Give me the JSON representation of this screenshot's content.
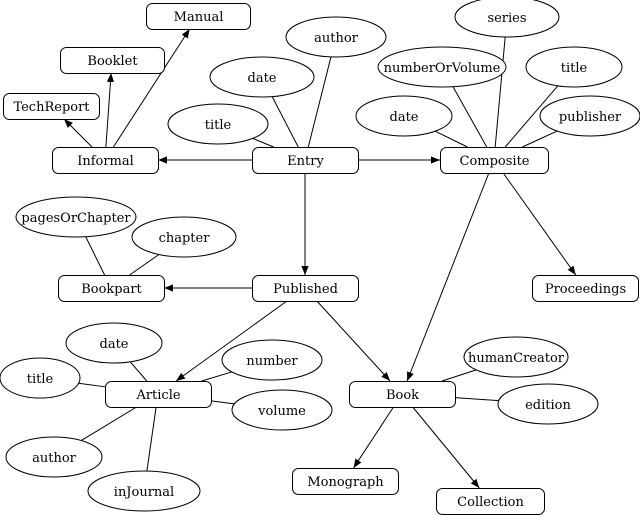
{
  "diagram": {
    "entities": [
      {
        "id": "manual",
        "label": "Manual"
      },
      {
        "id": "booklet",
        "label": "Booklet"
      },
      {
        "id": "techreport",
        "label": "TechReport"
      },
      {
        "id": "informal",
        "label": "Informal"
      },
      {
        "id": "entry",
        "label": "Entry"
      },
      {
        "id": "composite",
        "label": "Composite"
      },
      {
        "id": "bookpart",
        "label": "Bookpart"
      },
      {
        "id": "published",
        "label": "Published"
      },
      {
        "id": "proceedings",
        "label": "Proceedings"
      },
      {
        "id": "article",
        "label": "Article"
      },
      {
        "id": "book",
        "label": "Book"
      },
      {
        "id": "monograph",
        "label": "Monograph"
      },
      {
        "id": "collection",
        "label": "Collection"
      }
    ],
    "attributes": [
      {
        "id": "entry-author",
        "label": "author",
        "of": "entry"
      },
      {
        "id": "entry-date",
        "label": "date",
        "of": "entry"
      },
      {
        "id": "entry-title",
        "label": "title",
        "of": "entry"
      },
      {
        "id": "composite-series",
        "label": "series",
        "of": "composite"
      },
      {
        "id": "composite-numberorvolume",
        "label": "numberOrVolume",
        "of": "composite"
      },
      {
        "id": "composite-title",
        "label": "title",
        "of": "composite"
      },
      {
        "id": "composite-date",
        "label": "date",
        "of": "composite"
      },
      {
        "id": "composite-publisher",
        "label": "publisher",
        "of": "composite"
      },
      {
        "id": "bookpart-pagesorchapter",
        "label": "pagesOrChapter",
        "of": "bookpart"
      },
      {
        "id": "bookpart-chapter",
        "label": "chapter",
        "of": "bookpart"
      },
      {
        "id": "article-date",
        "label": "date",
        "of": "article"
      },
      {
        "id": "article-title",
        "label": "title",
        "of": "article"
      },
      {
        "id": "article-number",
        "label": "number",
        "of": "article"
      },
      {
        "id": "article-volume",
        "label": "volume",
        "of": "article"
      },
      {
        "id": "article-author",
        "label": "author",
        "of": "article"
      },
      {
        "id": "article-injournal",
        "label": "inJournal",
        "of": "article"
      },
      {
        "id": "book-humancreator",
        "label": "humanCreator",
        "of": "book"
      },
      {
        "id": "book-edition",
        "label": "edition",
        "of": "book"
      }
    ],
    "inheritance": [
      {
        "from": "entry",
        "to": "informal"
      },
      {
        "from": "entry",
        "to": "composite"
      },
      {
        "from": "entry",
        "to": "published"
      },
      {
        "from": "informal",
        "to": "techreport"
      },
      {
        "from": "informal",
        "to": "booklet"
      },
      {
        "from": "informal",
        "to": "manual"
      },
      {
        "from": "published",
        "to": "bookpart"
      },
      {
        "from": "published",
        "to": "article"
      },
      {
        "from": "published",
        "to": "book"
      },
      {
        "from": "composite",
        "to": "book"
      },
      {
        "from": "composite",
        "to": "proceedings"
      },
      {
        "from": "book",
        "to": "monograph"
      },
      {
        "from": "book",
        "to": "collection"
      }
    ]
  }
}
